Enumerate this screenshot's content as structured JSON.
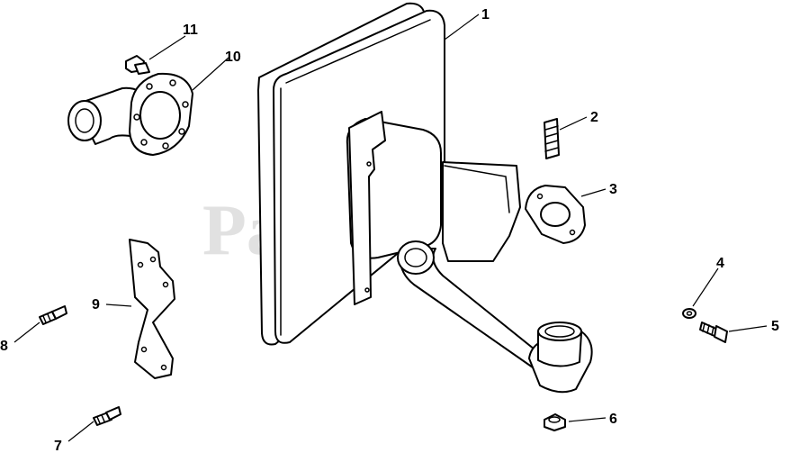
{
  "watermark": "PartsTree",
  "callouts": {
    "c1": "1",
    "c2": "2",
    "c3": "3",
    "c4": "4",
    "c5": "5",
    "c6": "6",
    "c7": "7",
    "c8": "8",
    "c9": "9",
    "c10": "10",
    "c11": "11"
  }
}
